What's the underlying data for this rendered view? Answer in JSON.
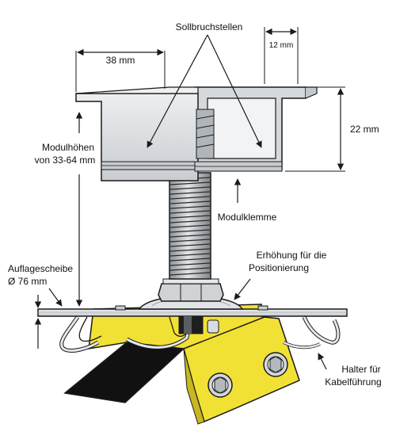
{
  "labels": {
    "break_points": "Sollbruchstellen",
    "width_38": "38 mm",
    "width_12": "12 mm",
    "height_22": "22 mm",
    "module_heights_line1": "Modulhöhen",
    "module_heights_line2": "von 33-64 mm",
    "module_clamp": "Modulklemme",
    "elevation_line1": "Erhöhung für die",
    "elevation_line2": "Positionierung",
    "washer_line1": "Auflagescheibe",
    "washer_line2": "Ø 76 mm",
    "holder_line1": "Halter für",
    "holder_line2": "Kabelführung"
  },
  "colors": {
    "metal": "#d9dcdf",
    "metal_dark": "#b9bec3",
    "yellow": "#f2e135",
    "outline": "#1a1a1a",
    "black": "#111111"
  }
}
